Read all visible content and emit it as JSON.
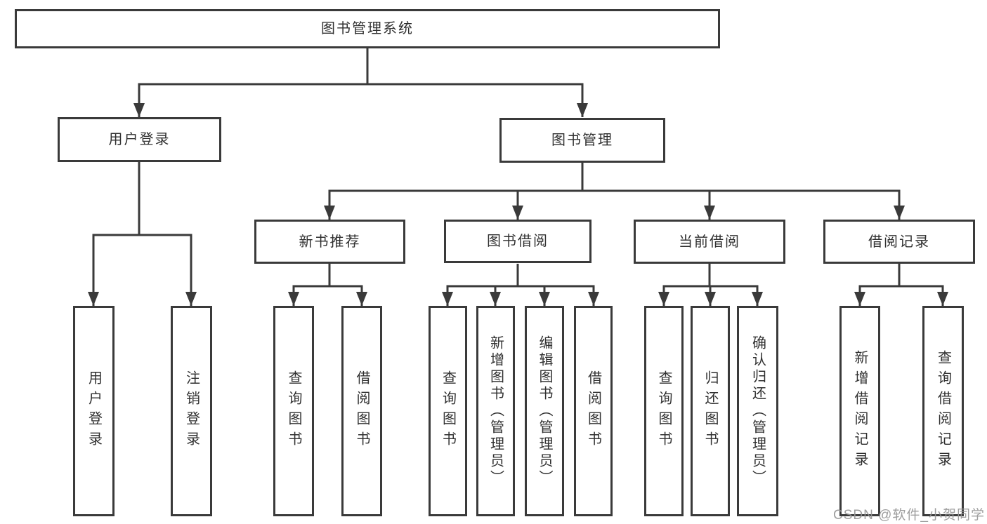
{
  "nodes": {
    "root": {
      "label": "图书管理系统"
    },
    "user_login": {
      "label": "用户登录"
    },
    "book_management": {
      "label": "图书管理"
    },
    "new_book_recommend": {
      "label": "新书推荐"
    },
    "book_borrowing": {
      "label": "图书借阅"
    },
    "current_borrowing": {
      "label": "当前借阅"
    },
    "borrowing_records": {
      "label": "借阅记录"
    },
    "ul_user_login": {
      "label": "用户登录"
    },
    "ul_logout": {
      "label": "注销登录"
    },
    "nbr_query_books": {
      "label": "查询图书"
    },
    "nbr_borrow_books": {
      "label": "借阅图书"
    },
    "bb_query_books": {
      "label": "查询图书"
    },
    "bb_add_books": {
      "label": "新增图书（管理员）"
    },
    "bb_edit_books": {
      "label": "编辑图书（管理员）"
    },
    "bb_borrow_books": {
      "label": "借阅图书"
    },
    "cb_query_books": {
      "label": "查询图书"
    },
    "cb_return_books": {
      "label": "归还图书"
    },
    "cb_confirm_return": {
      "label": "确认归还（管理员）"
    },
    "br_add_record": {
      "label": "新增借阅记录"
    },
    "br_query_record": {
      "label": "查询借阅记录"
    }
  },
  "edges": [
    [
      "root",
      "user_login"
    ],
    [
      "root",
      "book_management"
    ],
    [
      "user_login",
      "ul_user_login"
    ],
    [
      "user_login",
      "ul_logout"
    ],
    [
      "book_management",
      "new_book_recommend"
    ],
    [
      "book_management",
      "book_borrowing"
    ],
    [
      "book_management",
      "current_borrowing"
    ],
    [
      "book_management",
      "borrowing_records"
    ],
    [
      "new_book_recommend",
      "nbr_query_books"
    ],
    [
      "new_book_recommend",
      "nbr_borrow_books"
    ],
    [
      "book_borrowing",
      "bb_query_books"
    ],
    [
      "book_borrowing",
      "bb_add_books"
    ],
    [
      "book_borrowing",
      "bb_edit_books"
    ],
    [
      "book_borrowing",
      "bb_borrow_books"
    ],
    [
      "current_borrowing",
      "cb_query_books"
    ],
    [
      "current_borrowing",
      "cb_return_books"
    ],
    [
      "current_borrowing",
      "cb_confirm_return"
    ],
    [
      "borrowing_records",
      "br_add_record"
    ],
    [
      "borrowing_records",
      "br_query_record"
    ]
  ],
  "watermark": "CSDN @软件_小贺同学",
  "colors": {
    "line": "#3a3a3a",
    "box_border": "#3a3a3a",
    "text": "#303030",
    "watermark": "#969696",
    "background": "#ffffff"
  }
}
